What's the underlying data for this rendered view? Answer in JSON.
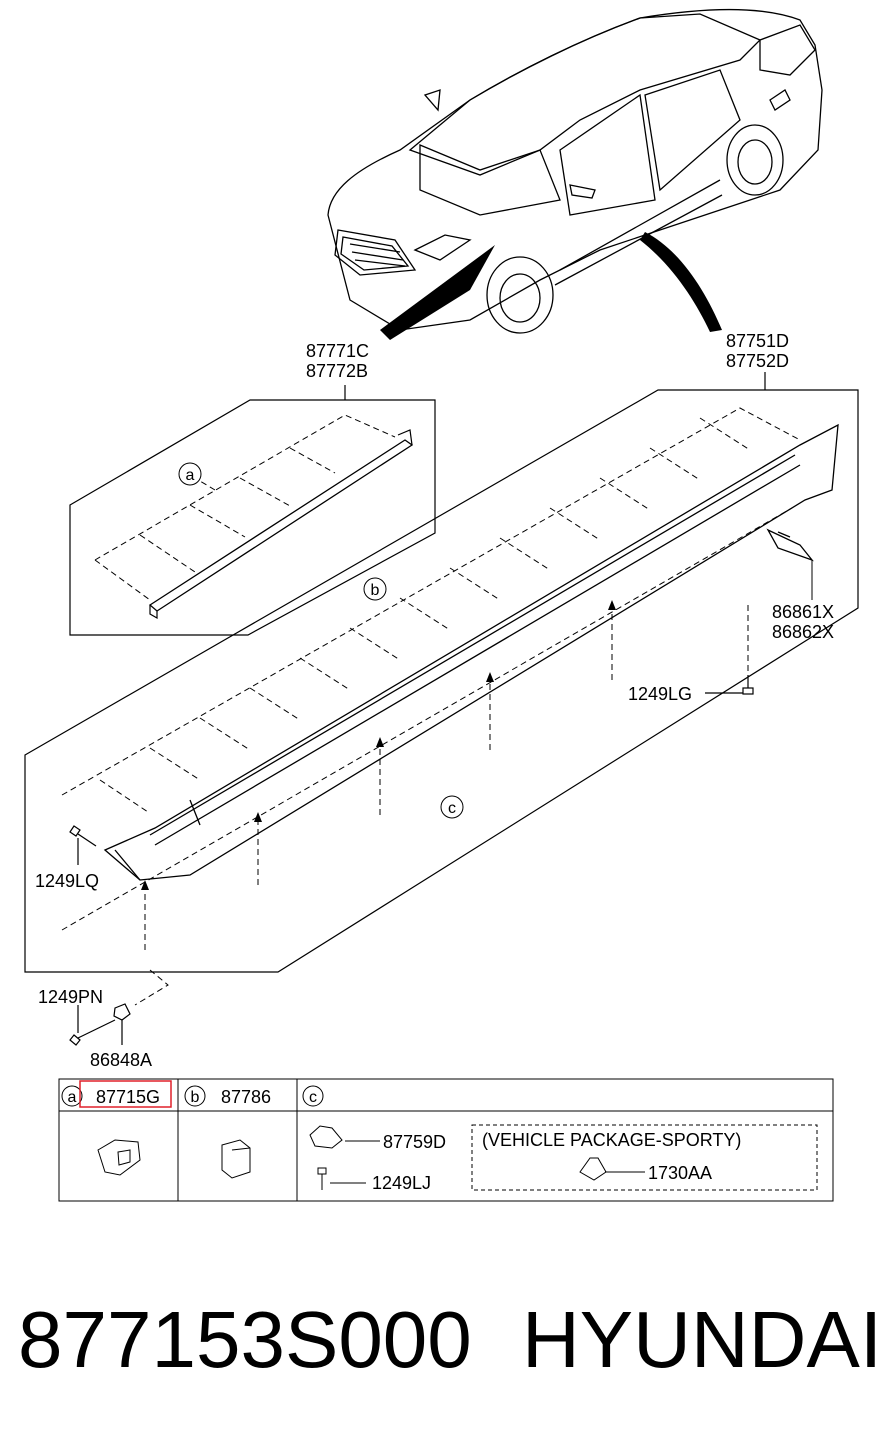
{
  "labels": {
    "p87771C": "87771C",
    "p87772B": "87772B",
    "p87751D": "87751D",
    "p87752D": "87752D",
    "p86861X": "86861X",
    "p86862X": "86862X",
    "p1249LG": "1249LG",
    "p1249LQ": "1249LQ",
    "p1249PN": "1249PN",
    "p86848A": "86848A"
  },
  "callouts": {
    "a": "a",
    "b": "b",
    "c": "c"
  },
  "legend": {
    "col_a": {
      "letter": "a",
      "part": "87715G"
    },
    "col_b": {
      "letter": "b",
      "part": "87786"
    },
    "col_c": {
      "letter": "c",
      "items": [
        "87759D",
        "1249LJ"
      ],
      "package_note": "(VEHICLE PACKAGE-SPORTY)",
      "package_part": "1730AA"
    }
  },
  "footer": {
    "part_number": "877153S000",
    "brand": "HYUNDAI"
  },
  "colors": {
    "highlight": "#e0202a",
    "line": "#000000"
  }
}
